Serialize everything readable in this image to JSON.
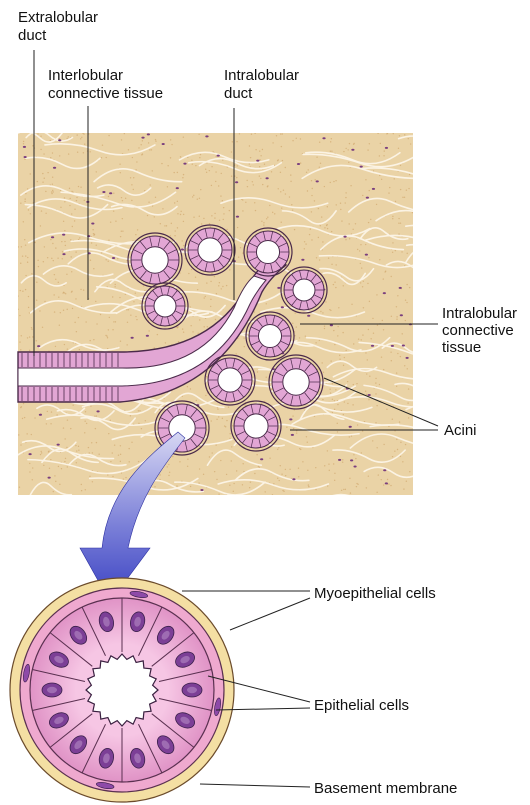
{
  "labels": {
    "extralobular_duct": [
      "Extralobular",
      "duct"
    ],
    "interlobular_connective_tissue": [
      "Interlobular",
      "connective tissue"
    ],
    "intralobular_duct": [
      "Intralobular",
      "duct"
    ],
    "intralobular_connective_tissue": [
      "Intralobular",
      "connective",
      "tissue"
    ],
    "acini": "Acini",
    "myoepithelial_cells": "Myoepithelial cells",
    "epithelial_cells": "Epithelial cells",
    "basement_membrane": "Basement membrane"
  },
  "colors": {
    "tissue_background": "#ead3a6",
    "tissue_stipple": "#c99b5c",
    "fiber": "#f8efdd",
    "nucleus_dot": "#7a3f7e",
    "acinus_fill": "#e2a6d4",
    "acinus_stroke": "#4a2a4a",
    "acinus_lumen": "#ffffff",
    "arrow_top": "#c9c9ef",
    "arrow_bottom": "#3f47c6",
    "capsule": "#f4dfa3",
    "basement": "#efa9cf",
    "epithelium": "#e79bcb",
    "cell_nucleus": "#7c3f96"
  }
}
